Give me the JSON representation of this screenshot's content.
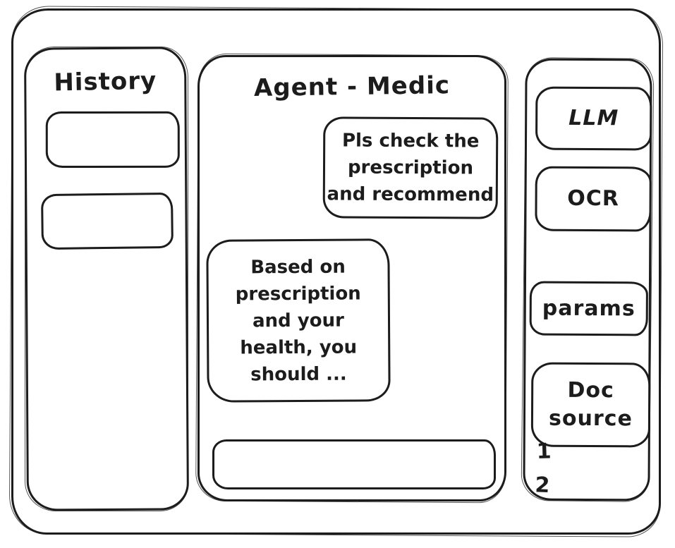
{
  "colors": {
    "ink": "#1c1c1c",
    "background": "#ffffff"
  },
  "history_panel": {
    "title": "History",
    "items": [
      {
        "label": ""
      },
      {
        "label": ""
      }
    ]
  },
  "chat_panel": {
    "title": "Agent - Medic",
    "user_message": {
      "lines": [
        "Pls check the",
        "prescription",
        "and recommend"
      ]
    },
    "agent_message": {
      "lines": [
        "Based on",
        "prescription",
        "and your",
        "health, you",
        "should ..."
      ]
    },
    "input": {
      "value": "",
      "placeholder": ""
    }
  },
  "tools_panel": {
    "llm_label": "LLM",
    "ocr_label": "OCR",
    "params_label": "params",
    "doc_source": {
      "lines": [
        "Doc",
        "source"
      ]
    },
    "doc_items": [
      "1",
      "2"
    ]
  }
}
